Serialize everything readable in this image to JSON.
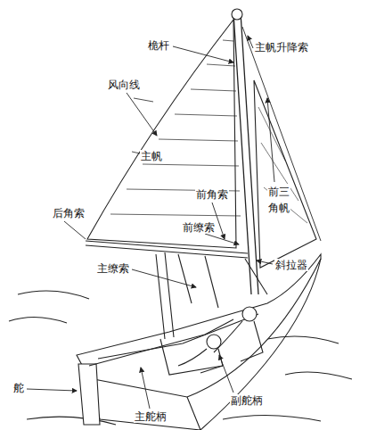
{
  "diagram": {
    "labels": [
      "主帆升降索",
      "桅杆",
      "风向线",
      "主帆",
      "前角索",
      "前三角帆",
      "前缭索",
      "后角索",
      "斜拉器",
      "主缭索",
      "舵",
      "副舵柄",
      "主舵柄"
    ]
  }
}
